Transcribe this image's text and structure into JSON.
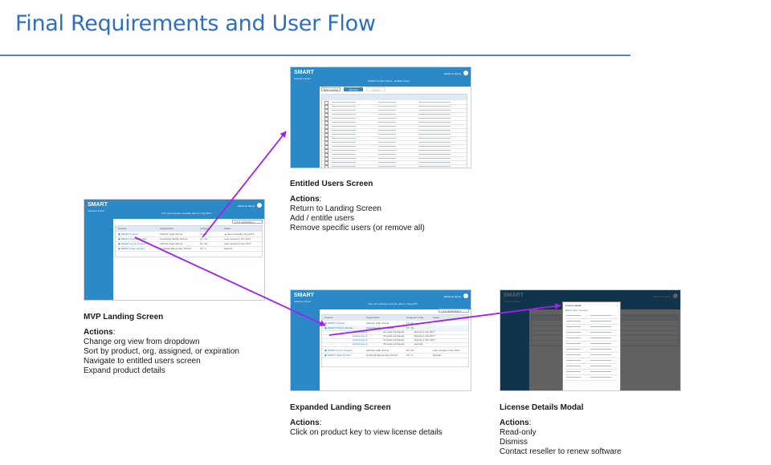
{
  "page": {
    "title": "Final Requirements and User Flow"
  },
  "screens": {
    "entitled": {
      "caption": "Entitled Users Screen",
      "actions_label": "Actions",
      "actions": [
        "Return to Landing Screen",
        "Add / entitle users",
        "Remove specific users (or remove all)"
      ]
    },
    "mvp": {
      "caption": "MVP Landing Screen",
      "actions_label": "Actions",
      "actions": [
        "Change org view from dropdown",
        "Sort by product, org, assigned, or expiration",
        "Navigate to entitled users screen",
        "Expand product details"
      ]
    },
    "expanded": {
      "caption": "Expanded Landing Screen",
      "actions_label": "Actions",
      "actions": [
        "Click on product key to view license details"
      ]
    },
    "license": {
      "caption": "License Details Modal",
      "actions_label": "Actions",
      "actions": [
        "Read-only",
        "Dismiss",
        "Contact reseller to renew software"
      ]
    }
  },
  "colors": {
    "title": "#2f6fbd",
    "rule": "#4f84c9",
    "app_blue": "#2b89c8",
    "arrow": "#a020f0"
  }
}
